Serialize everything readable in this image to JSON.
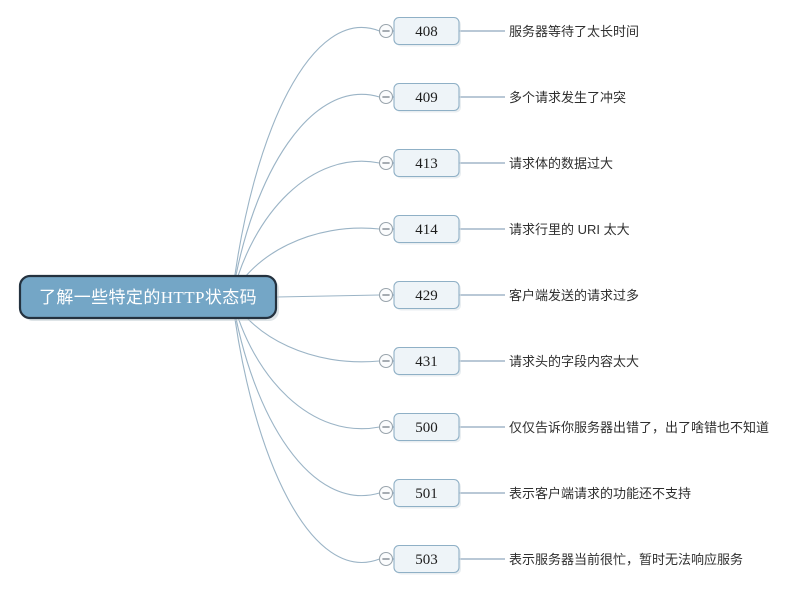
{
  "mindmap": {
    "root": {
      "label": "了解一些特定的HTTP状态码",
      "fill": "#74a6c6",
      "border": "#24323f",
      "text_color": "#ffffff"
    },
    "theme": {
      "node_fill": "#eef4f8",
      "node_border": "#8fb0c6",
      "branch_color": "#9bb4c6",
      "connector_color": "#8fa8bd",
      "description_color": "#2f2f2f",
      "background": "#ffffff",
      "toggle_icon": "collapse-minus-icon"
    },
    "nodes": [
      {
        "code": "408",
        "description": "服务器等待了太长时间"
      },
      {
        "code": "409",
        "description": "多个请求发生了冲突"
      },
      {
        "code": "413",
        "description": "请求体的数据过大"
      },
      {
        "code": "414",
        "description": "请求行里的 URI 太大"
      },
      {
        "code": "429",
        "description": "客户端发送的请求过多"
      },
      {
        "code": "431",
        "description": "请求头的字段内容太大"
      },
      {
        "code": "500",
        "description": "仅仅告诉你服务器出错了，出了啥错也不知道"
      },
      {
        "code": "501",
        "description": "表示客户端请求的功能还不支持"
      },
      {
        "code": "503",
        "description": "表示服务器当前很忙，暂时无法响应服务"
      }
    ]
  }
}
